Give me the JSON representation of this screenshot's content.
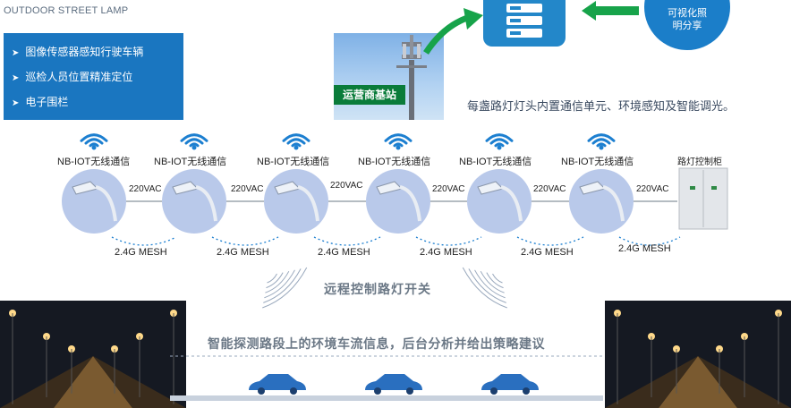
{
  "header": {
    "title": "OUTDOOR STREET LAMP"
  },
  "features": {
    "items": [
      {
        "label": "图像传感器感知行驶车辆"
      },
      {
        "label": "巡检人员位置精准定位"
      },
      {
        "label": "电子围栏"
      }
    ],
    "bullet_icon": "chevron-right-icon"
  },
  "tower": {
    "label": "运营商基站"
  },
  "cloud": {
    "circle_text_line1": "可视化照",
    "circle_text_line2": "明分享"
  },
  "description": "每盏路灯灯头内置通信单元、环境感知及智能调光。",
  "network": {
    "nodes": [
      {
        "label": "NB-IOT无线通信"
      },
      {
        "label": "NB-IOT无线通信"
      },
      {
        "label": "NB-IOT无线通信"
      },
      {
        "label": "NB-IOT无线通信"
      },
      {
        "label": "NB-IOT无线通信"
      },
      {
        "label": "NB-IOT无线通信"
      }
    ],
    "power_labels": [
      "220VAC",
      "220VAC",
      "220VAC",
      "220VAC",
      "220VAC",
      "220VAC"
    ],
    "mesh_labels": [
      "2.4G MESH",
      "2.4G MESH",
      "2.4G MESH",
      "2.4G MESH",
      "2.4G MESH",
      "2.4G MESH"
    ],
    "cabinet_label": "路灯控制柜"
  },
  "bottom": {
    "remote_control": "远程控制路灯开关",
    "analysis": "智能探测路段上的环境车流信息，后台分析并给出策略建议"
  },
  "colors": {
    "accent_blue": "#1a76c0",
    "node_fill": "#b9c9ea",
    "arrow_green": "#17a34a",
    "wave_blue": "#1c7fd0"
  }
}
